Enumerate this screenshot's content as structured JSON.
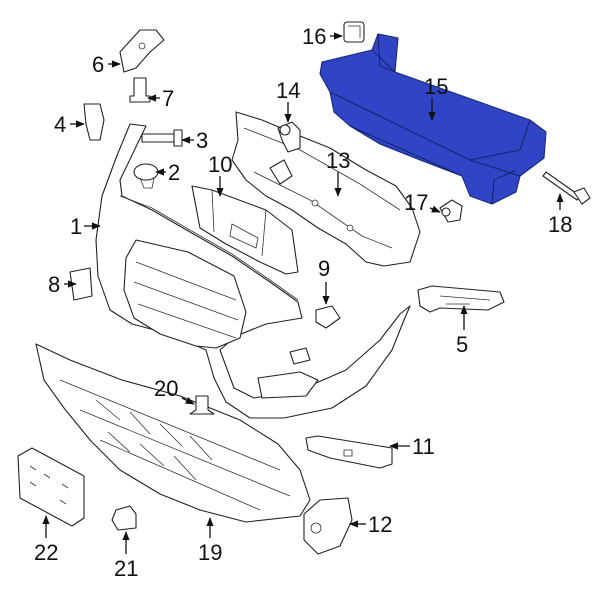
{
  "diagram": {
    "highlight_color": "#2f45c5",
    "callouts": [
      {
        "id": "c1",
        "label": "1"
      },
      {
        "id": "c2",
        "label": "2"
      },
      {
        "id": "c3",
        "label": "3"
      },
      {
        "id": "c4",
        "label": "4"
      },
      {
        "id": "c5",
        "label": "5"
      },
      {
        "id": "c6",
        "label": "6"
      },
      {
        "id": "c7",
        "label": "7"
      },
      {
        "id": "c8",
        "label": "8"
      },
      {
        "id": "c9",
        "label": "9"
      },
      {
        "id": "c10",
        "label": "10"
      },
      {
        "id": "c11",
        "label": "11"
      },
      {
        "id": "c12",
        "label": "12"
      },
      {
        "id": "c13",
        "label": "13"
      },
      {
        "id": "c14",
        "label": "14"
      },
      {
        "id": "c15",
        "label": "15"
      },
      {
        "id": "c16",
        "label": "16"
      },
      {
        "id": "c17",
        "label": "17"
      },
      {
        "id": "c18",
        "label": "18"
      },
      {
        "id": "c19",
        "label": "19"
      },
      {
        "id": "c20",
        "label": "20"
      },
      {
        "id": "c21",
        "label": "21"
      },
      {
        "id": "c22",
        "label": "22"
      }
    ]
  }
}
